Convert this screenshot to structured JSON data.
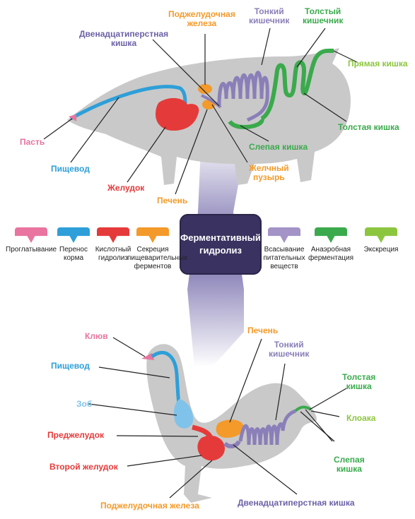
{
  "colors": {
    "swallow": "#e8749f",
    "transport": "#2e9fd8",
    "acid": "#e53a3a",
    "secretion": "#f39a2a",
    "absorption": "#a393c6",
    "anaerobic": "#3aaa4c",
    "excretion": "#8cc63f",
    "silhouette": "#c8c8c8",
    "central": "#3a3260"
  },
  "pig": {
    "labels": {
      "mouth": "Пасть",
      "esophagus": "Пищевод",
      "stomach": "Желудок",
      "liver": "Печень",
      "pancreas": "Поджелудочная\nжелеза",
      "duodenum": "Двенадцатиперстная\nкишка",
      "small_intestine": "Тонкий\nкишечник",
      "large_intestine": "Толстый\nкишечник",
      "rectum": "Прямая кишка",
      "colon": "Толстая кишка",
      "cecum": "Слепая кишка",
      "gallbladder": "Желчный\nпузырь"
    }
  },
  "legend": [
    {
      "id": "swallow",
      "text": "Проглатывание"
    },
    {
      "id": "transport",
      "text": "Перенос\nкорма"
    },
    {
      "id": "acid",
      "text": "Кислотный\nгидролиз"
    },
    {
      "id": "secretion",
      "text": "Секреция\nпищеварительных\nферментов"
    },
    {
      "id": "absorption",
      "text": "Всасывание\nпитательных\nвеществ"
    },
    {
      "id": "anaerobic",
      "text": "Анаэробная\nферментация"
    },
    {
      "id": "excretion",
      "text": "Экскреция"
    }
  ],
  "center_label": "Ферментативный\nгидролиз",
  "chicken": {
    "labels": {
      "beak": "Клюв",
      "esophagus": "Пищевод",
      "crop": "Зоб",
      "proventriculus": "Преджелудок",
      "gizzard": "Второй желудок",
      "pancreas": "Поджелудочная железа",
      "liver": "Печень",
      "small_intestine": "Тонкий\nкишечник",
      "large_intestine": "Толстая\nкишка",
      "cloaca": "Клоака",
      "ceca": "Слепая\nкишка",
      "duodenum": "Двенадцатиперстная кишка"
    }
  }
}
